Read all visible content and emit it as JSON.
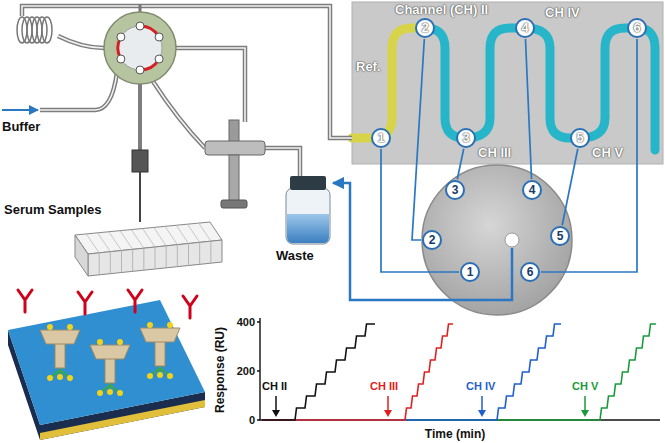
{
  "diagram": {
    "nodes": [
      {
        "text": [
          "Channel (CH) II",
          "Ref.",
          "CH III",
          "CH IV",
          "CH V"
        ]
      },
      {
        "text": [
          "1"
        ],
        "in": 0
      },
      {
        "text": [
          "2"
        ],
        "in": 0
      },
      {
        "text": [
          "3"
        ],
        "in": 0
      },
      {
        "text": [
          "4"
        ],
        "in": 0
      },
      {
        "text": [
          "5"
        ],
        "in": 0
      },
      {
        "text": [
          "6"
        ],
        "in": 0
      },
      {
        "text": [
          "1"
        ]
      },
      {
        "text": [
          "2"
        ]
      },
      {
        "text": [
          "3"
        ]
      },
      {
        "text": [
          "4"
        ]
      },
      {
        "text": [
          "5"
        ]
      },
      {
        "text": [
          "6"
        ]
      }
    ],
    "edges": [
      {
        "from": 1,
        "to": 7,
        "arrow": "none"
      },
      {
        "from": 2,
        "to": 8,
        "arrow": "none"
      },
      {
        "from": 3,
        "to": 9,
        "arrow": "none"
      },
      {
        "from": 4,
        "to": 10,
        "arrow": "none"
      },
      {
        "from": 5,
        "to": 11,
        "arrow": "none"
      },
      {
        "from": 6,
        "to": 12,
        "arrow": "none"
      }
    ],
    "labels": [
      "Buffer",
      "Serum Samples",
      "Waste",
      "400",
      "200",
      "0",
      "Response (RU)",
      "Time (min)",
      "CH II",
      "CH III",
      "CH IV",
      "CH V"
    ]
  }
}
